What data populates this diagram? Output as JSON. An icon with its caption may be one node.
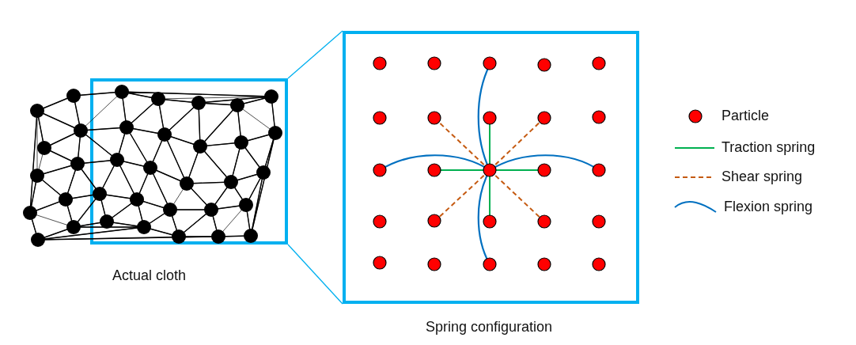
{
  "diagram": {
    "nodes": [
      {
        "text": [],
        "shape": "picture",
        "beside": [
          "Actual cloth"
        ]
      },
      {
        "text": [],
        "shape": "box",
        "in": 0
      },
      {
        "text": [],
        "shape": "box",
        "beside": [
          "Spring configuration"
        ]
      }
    ],
    "edges": [
      {
        "from": 1,
        "to": 2,
        "arrow": "none"
      },
      {
        "from": 1,
        "to": 2,
        "arrow": "none"
      }
    ],
    "legend": [
      {
        "text": "Particle",
        "color": "#ff0000"
      },
      {
        "text": "Traction spring",
        "color": "#00b050"
      },
      {
        "text": "Shear spring",
        "color": "#c55a11"
      },
      {
        "text": "Flexion spring",
        "color": "#0070c0"
      }
    ]
  }
}
